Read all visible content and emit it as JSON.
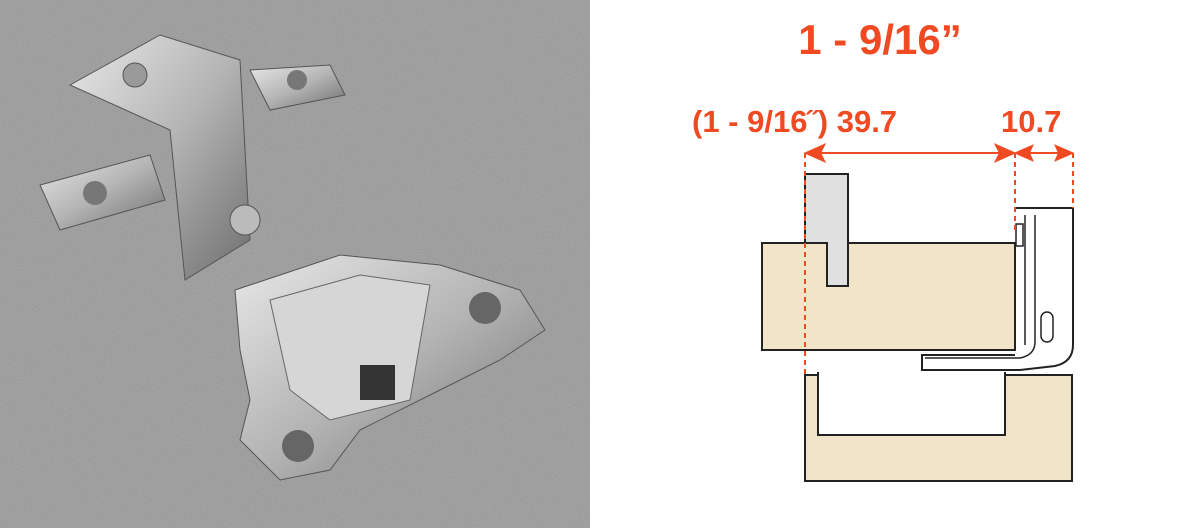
{
  "title": "1 - 9/16”",
  "dimensions": {
    "overlay_label": "(1 - 9/16˝) 39.7",
    "offset_label": "10.7"
  },
  "colors": {
    "accent": "#f04a23",
    "wood": "#f1e4c8",
    "panel": "#e0e0e0",
    "background_photo": "#8e8e8e"
  }
}
